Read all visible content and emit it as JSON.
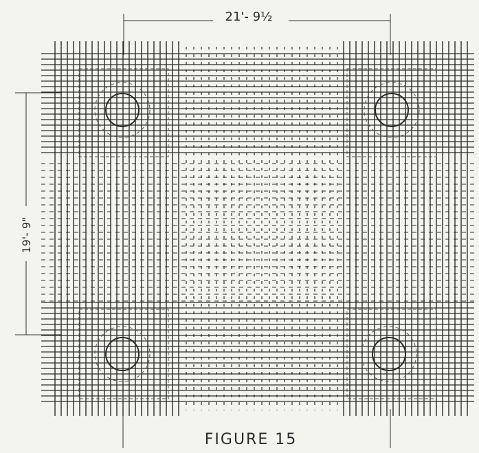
{
  "figure": {
    "caption": "FIGURE 15",
    "dimensions": {
      "horizontal": "21'- 9½",
      "vertical": "19'- 9\""
    }
  },
  "colors": {
    "paper": "#f4f4ee",
    "ink": "#2b2b2b"
  }
}
